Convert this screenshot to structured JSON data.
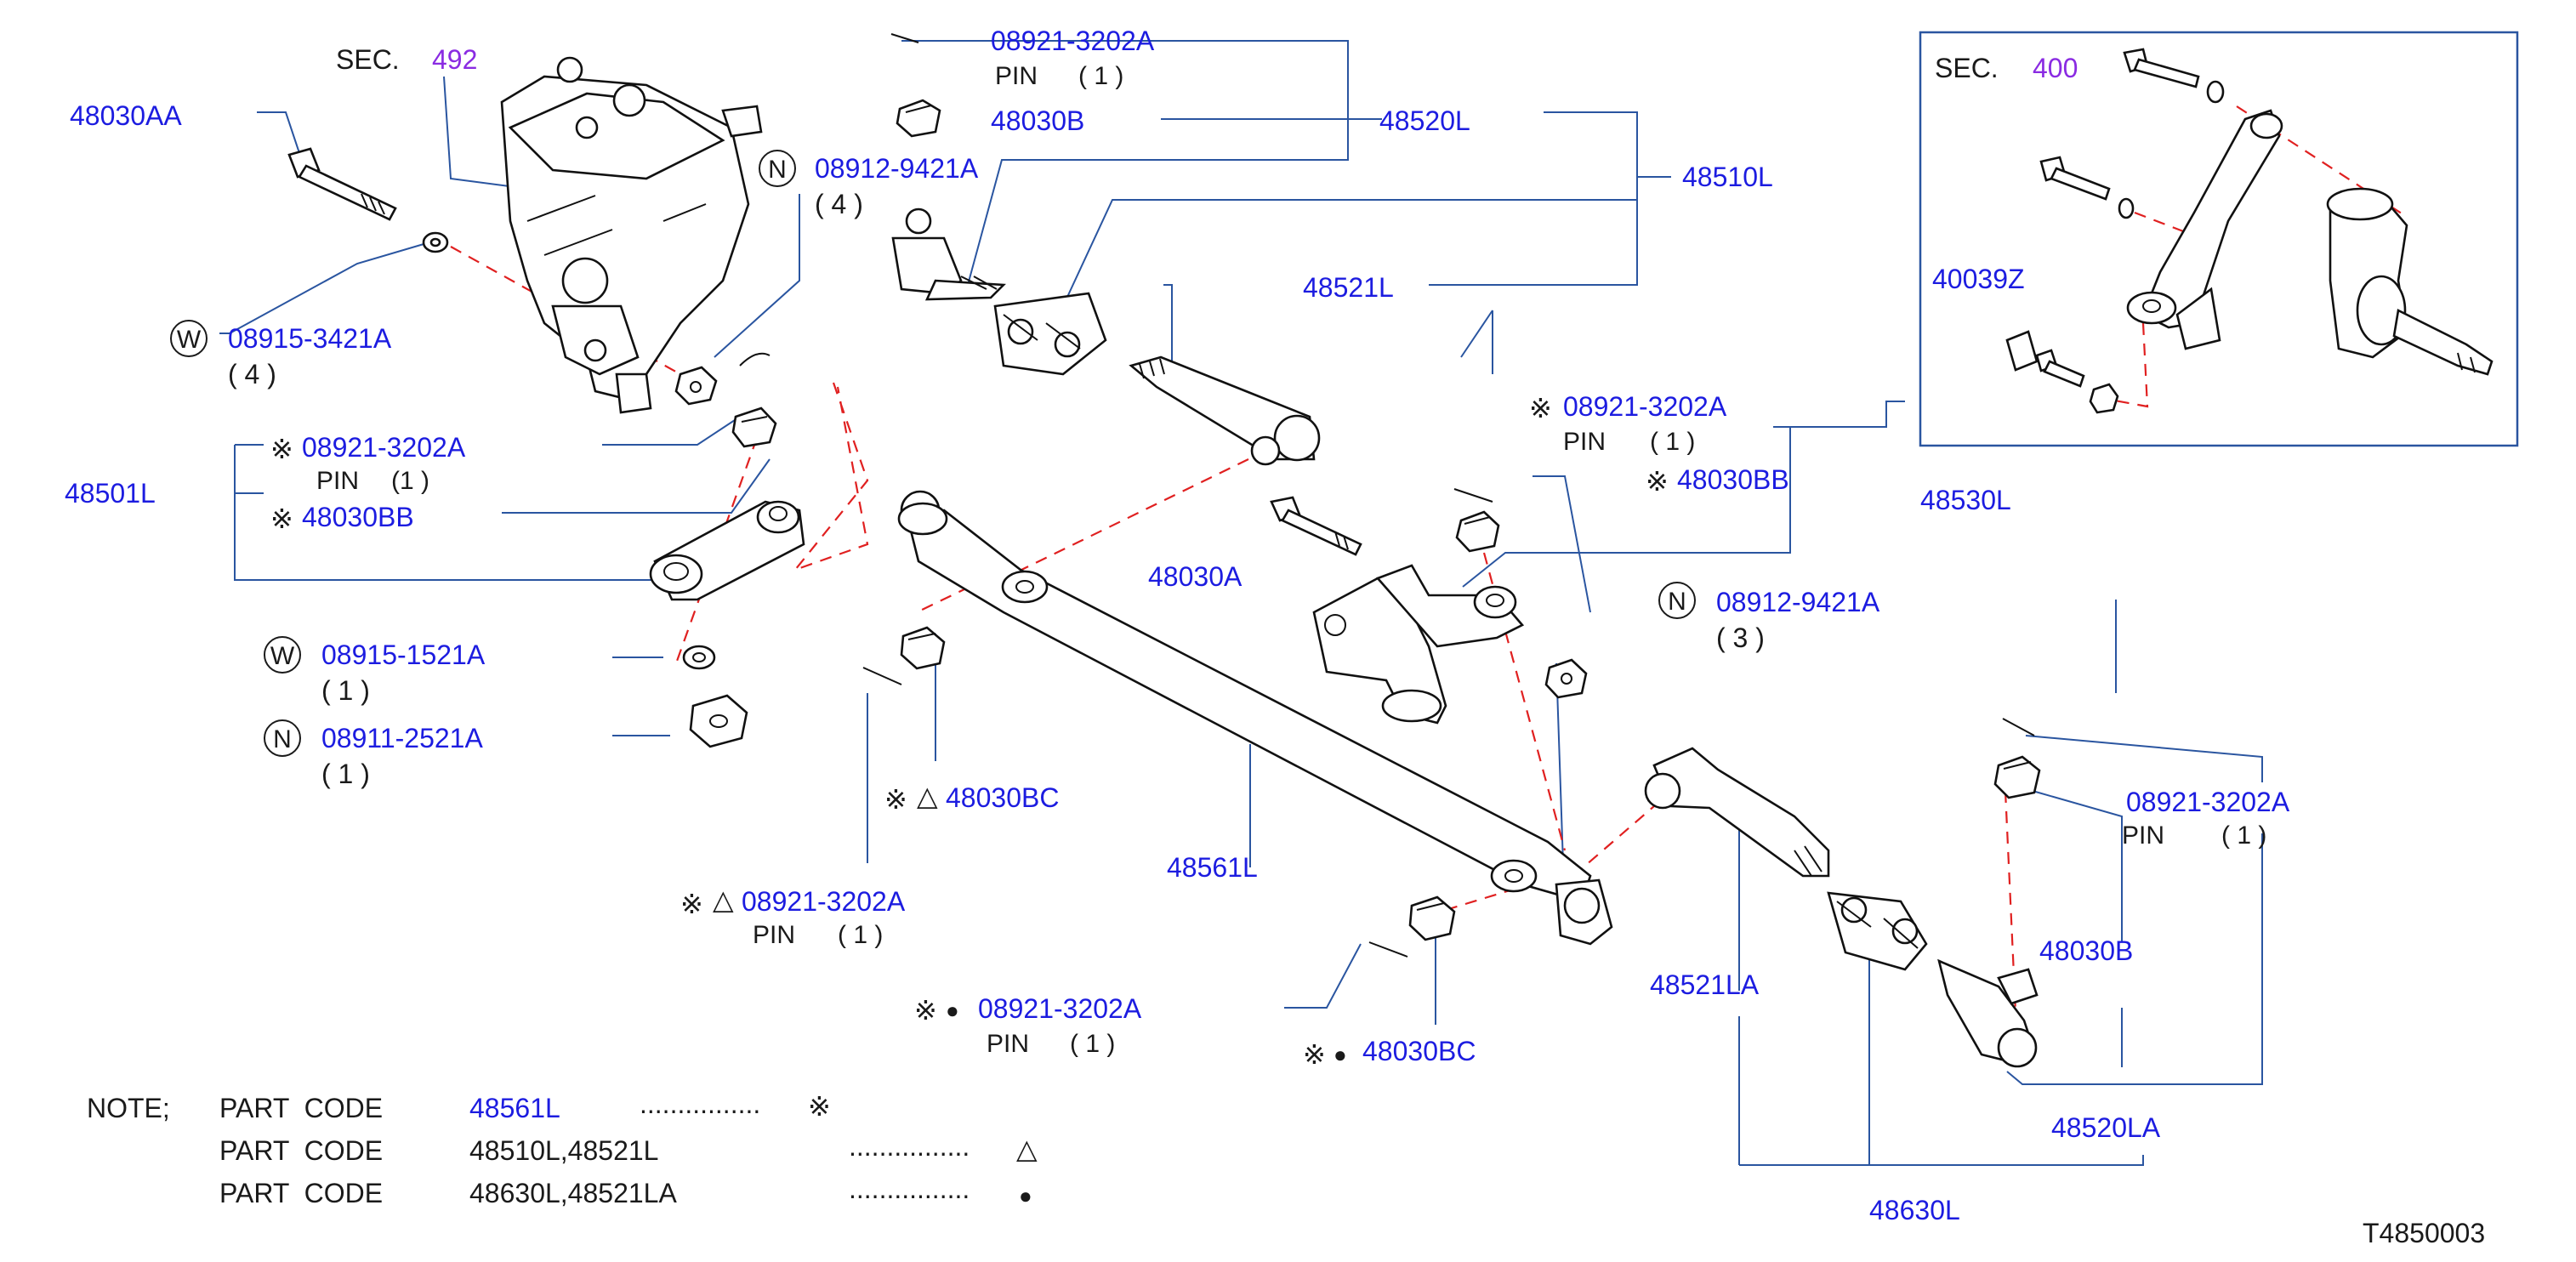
{
  "sections": {
    "sec_label": "SEC.",
    "sec_main": "492",
    "sec_inset": "400"
  },
  "parts": {
    "p_48030AA": "48030AA",
    "p_08915_3421A": "08915-3421A",
    "p_08915_3421A_qty": "( 4 )",
    "p_08921_top": "08921-3202A",
    "p_08921_top_pin": "PIN",
    "p_08921_top_qty": "( 1 )",
    "p_48030B_top": "48030B",
    "p_48520L": "48520L",
    "p_48510L": "48510L",
    "p_08912_4": "08912-9421A",
    "p_08912_4_qty": "( 4 )",
    "p_48521L": "48521L",
    "p_48501L": "48501L",
    "p_08921_left": "08921-3202A",
    "p_08921_left_pin": "PIN",
    "p_08921_left_qty": "(1 )",
    "p_48030BB_left": "48030BB",
    "p_08921_mid": "08921-3202A",
    "p_08921_mid_pin": "PIN",
    "p_08921_mid_qty": "( 1 )",
    "p_48030BB_mid": "48030BB",
    "p_48530L": "48530L",
    "p_48030A": "48030A",
    "p_08912_3": "08912-9421A",
    "p_08912_3_qty": "( 3 )",
    "p_08915_1521A": "08915-1521A",
    "p_08915_1521A_qty": "( 1 )",
    "p_08911_2521A": "08911-2521A",
    "p_08911_2521A_qty": "( 1 )",
    "p_48030BC_a": "48030BC",
    "p_48561L": "48561L",
    "p_08921_tri": "08921-3202A",
    "p_08921_tri_pin": "PIN",
    "p_08921_tri_qty": "( 1 )",
    "p_08921_dot": "08921-3202A",
    "p_08921_dot_pin": "PIN",
    "p_08921_dot_qty": "( 1 )",
    "p_48030BC_b": "48030BC",
    "p_48521LA": "48521LA",
    "p_08921_right": "08921-3202A",
    "p_08921_right_pin": "PIN",
    "p_08921_right_qty": "( 1 )",
    "p_48030B_right": "48030B",
    "p_48520LA": "48520LA",
    "p_48630L": "48630L",
    "p_40039Z": "40039Z"
  },
  "badges": {
    "n": "N",
    "w": "W"
  },
  "symbols": {
    "kome": "※",
    "triangle": "△",
    "dot": "●"
  },
  "note": {
    "title": "NOTE;",
    "part_code": "PART  CODE",
    "row1_code": "48561L",
    "row2_code": "48510L,48521L",
    "row3_code": "48630L,48521LA",
    "leader": "................"
  },
  "diagram_id": "T4850003"
}
